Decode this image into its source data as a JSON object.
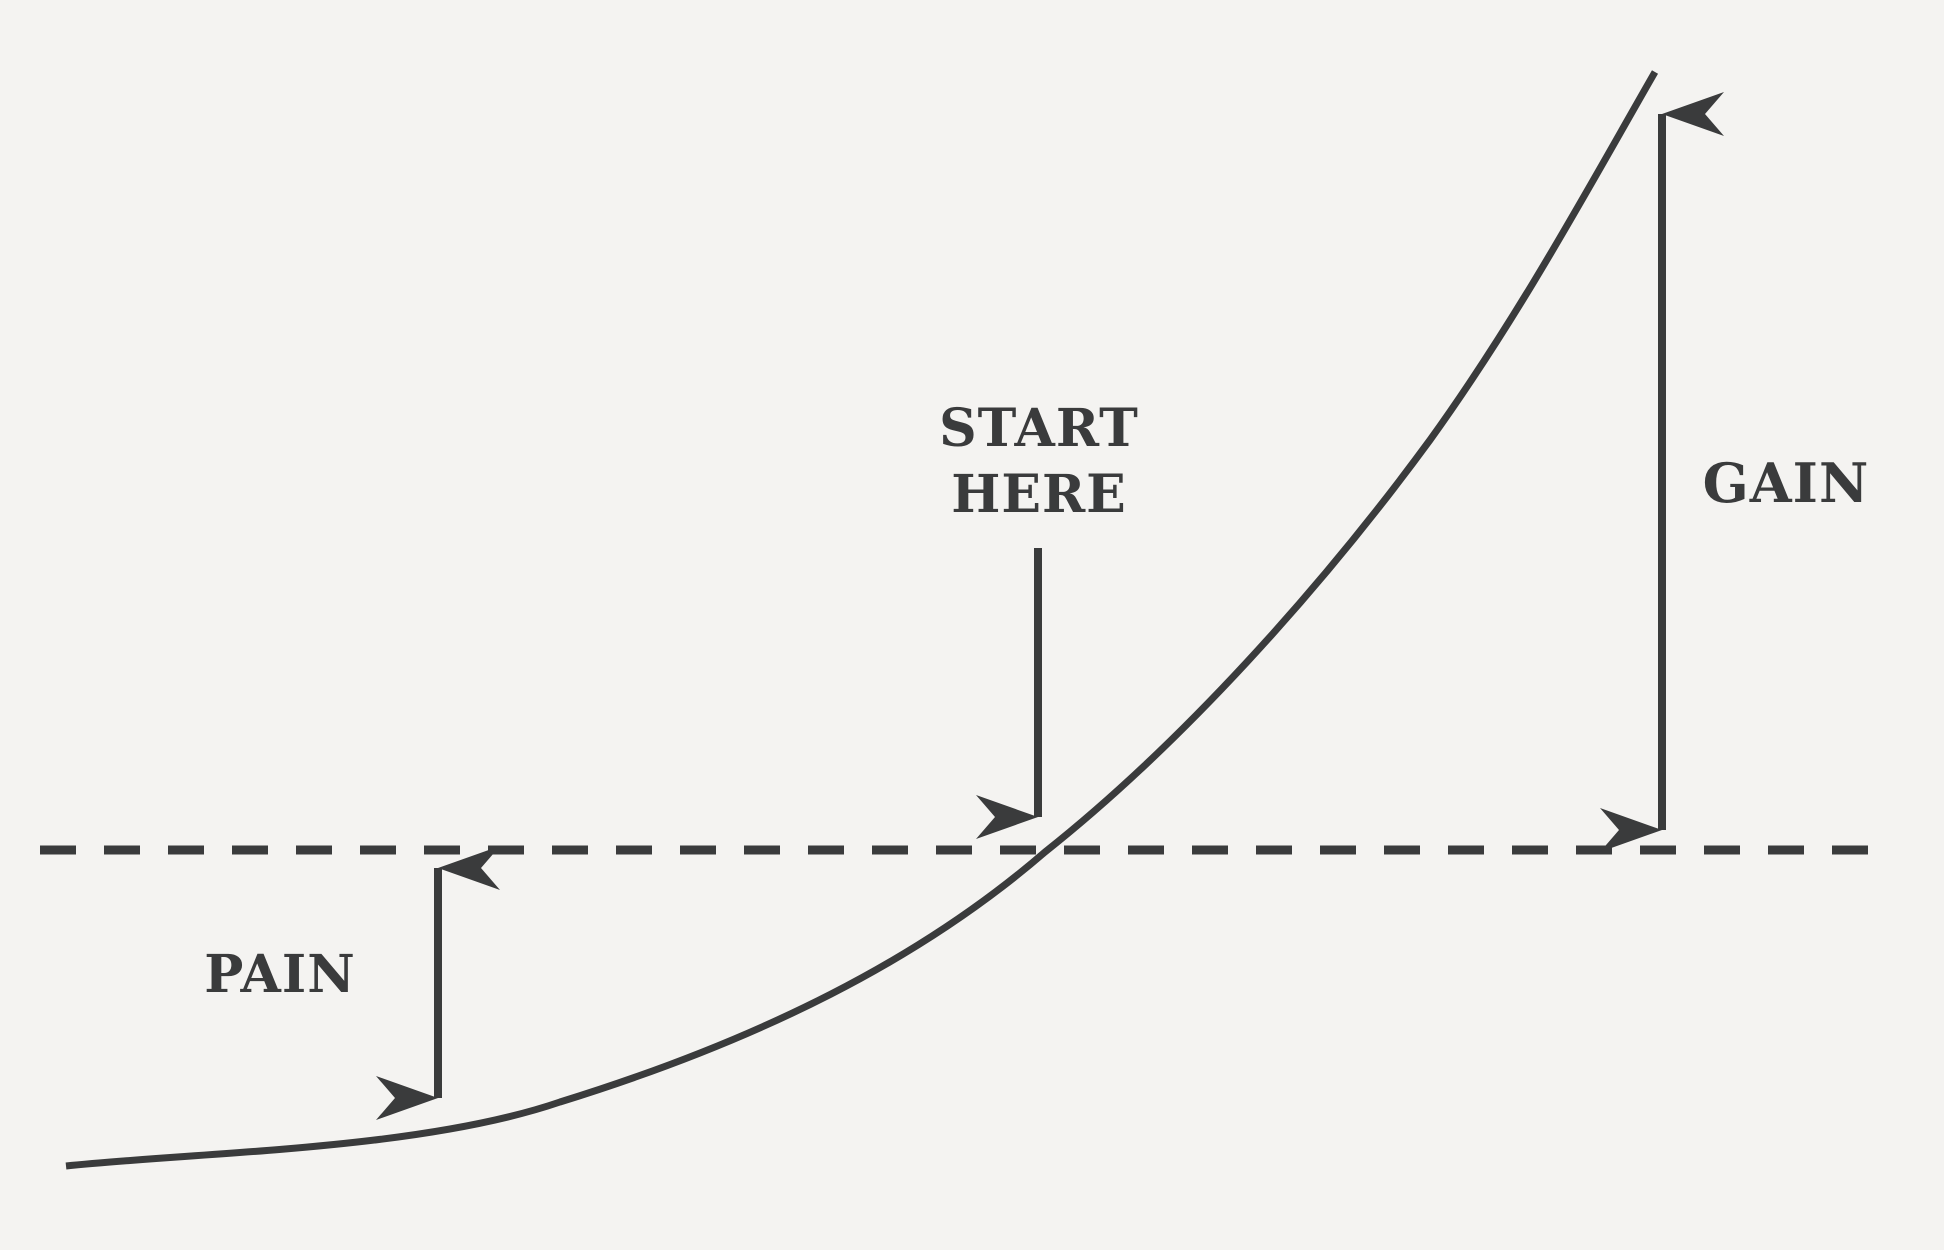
{
  "colors": {
    "background": "#f4f3f1",
    "ink": "#3a3b3c"
  },
  "labels": {
    "start_line1": "START",
    "start_line2": "HERE",
    "gain": "GAIN",
    "pain": "PAIN"
  }
}
